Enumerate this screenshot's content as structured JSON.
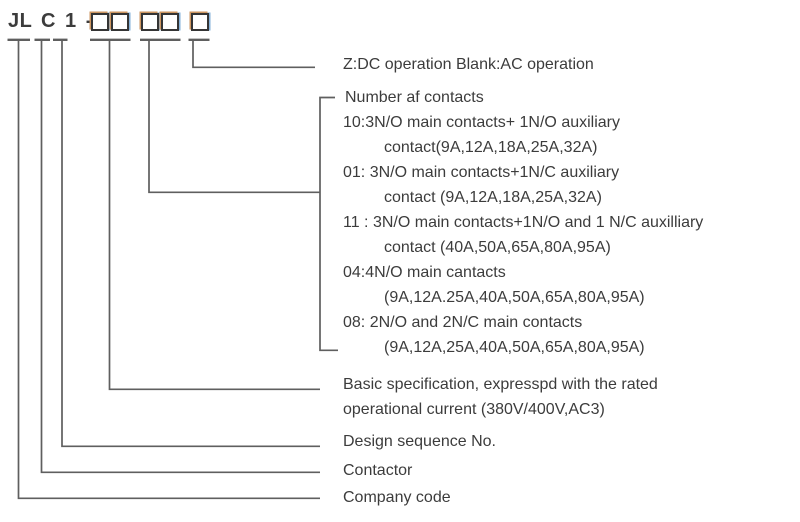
{
  "model_code": {
    "prefix": "JL C 1 -",
    "box_groups": [
      2,
      2,
      1
    ]
  },
  "callouts": {
    "dc_operation": "Z:DC operation Blank:AC operation",
    "contacts_header": "Number af contacts",
    "contact_lines": [
      {
        "text": "10:3N/O main contacts+ 1N/O auxiliary",
        "indent": false
      },
      {
        "text": "contact(9A,12A,18A,25A,32A)",
        "indent": true
      },
      {
        "text": "01: 3N/O main contacts+1N/C auxiliary",
        "indent": false
      },
      {
        "text": "contact (9A,12A,18A,25A,32A)",
        "indent": true
      },
      {
        "text": "11 : 3N/O main contacts+1N/O and 1 N/C auxilliary",
        "indent": false
      },
      {
        "text": "contact (40A,50A,65A,80A,95A)",
        "indent": true
      },
      {
        "text": "04:4N/O main cantacts",
        "indent": false
      },
      {
        "text": "(9A,12A.25A,40A,50A,65A,80A,95A)",
        "indent": true
      },
      {
        "text": "08: 2N/O and 2N/C main contacts",
        "indent": false
      },
      {
        "text": "(9A,12A,25A,40A,50A,65A,80A,95A)",
        "indent": true
      }
    ],
    "basic_spec_line1": "Basic specification, expresspd with the rated",
    "basic_spec_line2": "operational current (380V/400V,AC3)",
    "design_sequence": "Design sequence No.",
    "contactor": "Contactor",
    "company_code": "Company code"
  },
  "colors": {
    "text": "#3c3c3c",
    "line": "#5f5f5f",
    "box_border": "#353535",
    "box_fringe_warm": "#cd9660",
    "box_fringe_cool": "#85b2da",
    "background": "#ffffff"
  }
}
